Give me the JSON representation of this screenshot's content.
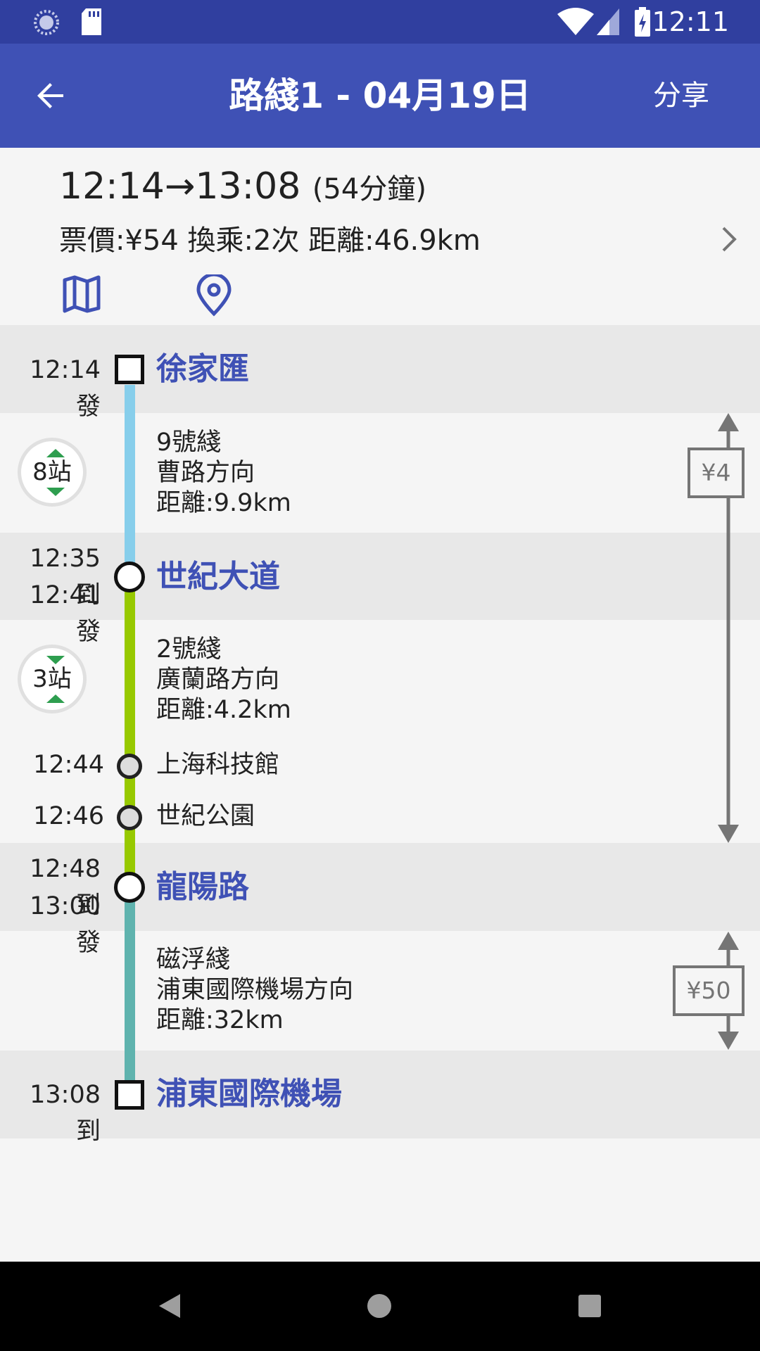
{
  "status_bar": {
    "time": "12:11"
  },
  "app_bar": {
    "title": "路綫1 - 04月19日",
    "share_label": "分享"
  },
  "summary": {
    "time_range": "12:14→13:08",
    "duration": "(54分鐘)",
    "info": "票價:¥54 換乘:2次 距離:46.9km"
  },
  "stations": [
    {
      "time": "12:14發",
      "name": "徐家匯"
    },
    {
      "time_arrive": "12:35到",
      "time_depart": "12:41發",
      "name": "世紀大道"
    },
    {
      "time_arrive": "12:48到",
      "time_depart": "13:00發",
      "name": "龍陽路"
    },
    {
      "time": "13:08到",
      "name": "浦東國際機場"
    }
  ],
  "segments": [
    {
      "stops": "8站",
      "line": "9號綫",
      "direction": "曹路方向",
      "distance": "距離:9.9km",
      "color": "#87ceeb"
    },
    {
      "stops": "3站",
      "line": "2號綫",
      "direction": "廣蘭路方向",
      "distance": "距離:4.2km",
      "color": "#97c900",
      "intermediate": [
        {
          "time": "12:44",
          "name": "上海科技館"
        },
        {
          "time": "12:46",
          "name": "世紀公園"
        }
      ]
    },
    {
      "line": "磁浮綫",
      "direction": "浦東國際機場方向",
      "distance": "距離:32km",
      "color": "#5fb3ae"
    }
  ],
  "fares": [
    {
      "label": "¥4"
    },
    {
      "label": "¥50"
    }
  ],
  "colors": {
    "primary": "#3f51b5",
    "primary_dark": "#303f9f",
    "accent": "#3f51b5"
  }
}
